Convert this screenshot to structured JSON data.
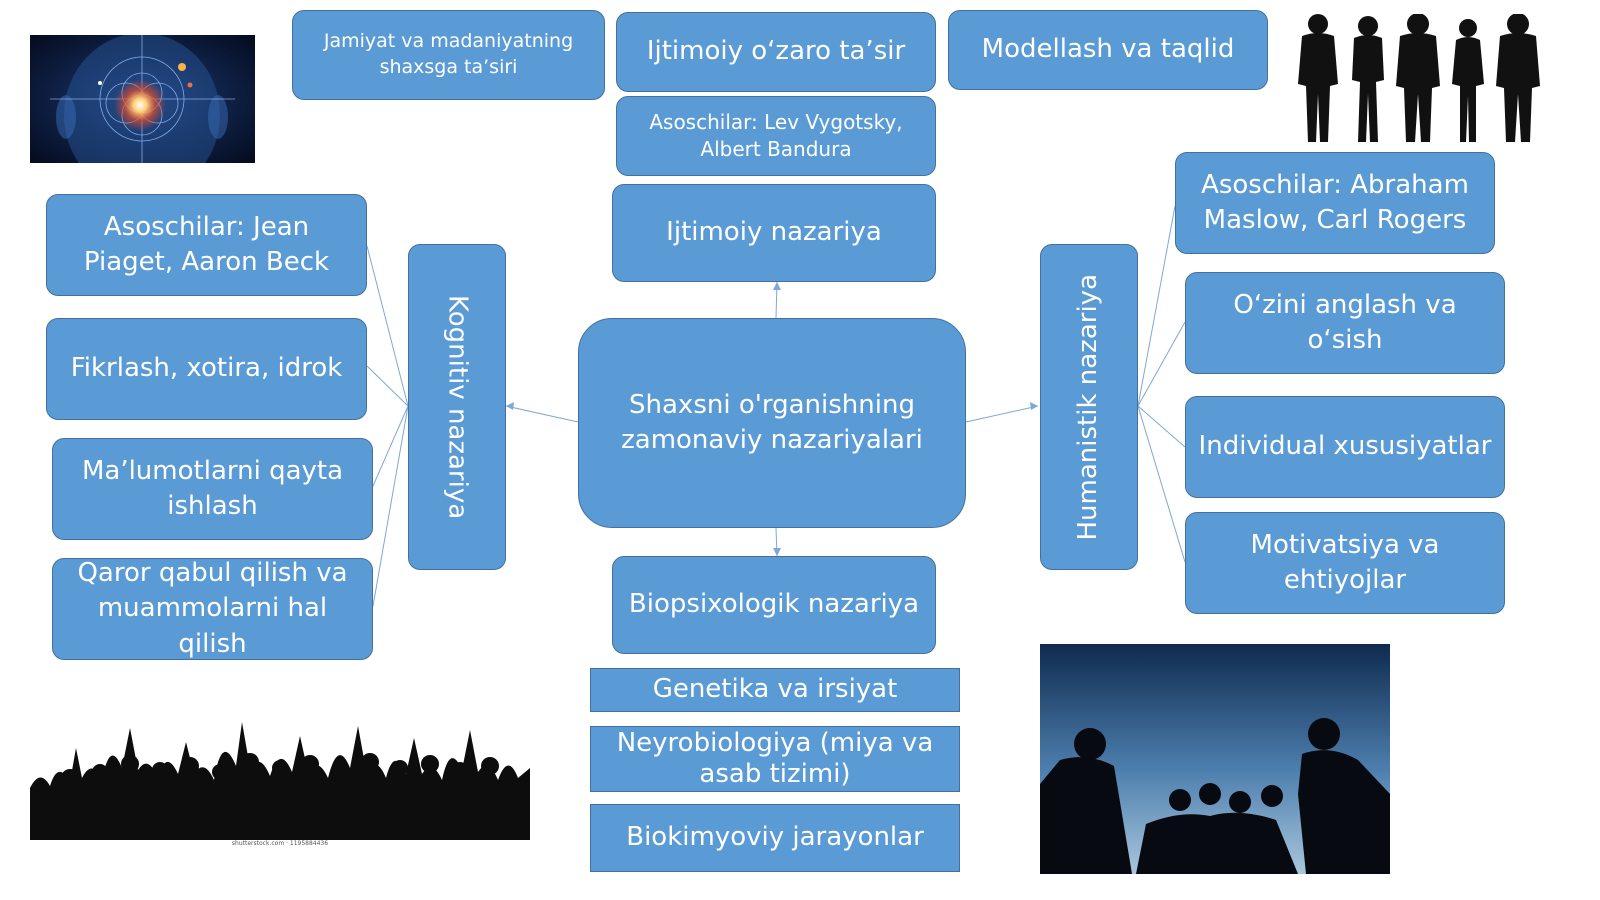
{
  "diagram": {
    "center": "Shaxsni o'rganishning zamonaviy nazariyalari",
    "social": {
      "title": "Ijtimoiy nazariya",
      "founders": "Asoschilar: Lev Vygotsky, Albert Bandura",
      "items": [
        "Jamiyat va madaniyatning shaxsga ta’siri",
        "Ijtimoiy o‘zaro ta’sir",
        "Modellash va taqlid"
      ]
    },
    "cognitive": {
      "title": "Kognitiv nazariya",
      "items": [
        "Asoschilar: Jean Piaget, Aaron Beck",
        "Fikrlash, xotira, idrok",
        "Ma’lumotlarni qayta ishlash",
        "Qaror qabul qilish va muammolarni hal qilish"
      ]
    },
    "humanistic": {
      "title": "Humanistik nazariya",
      "items": [
        "Asoschilar: Abraham Maslow, Carl Rogers",
        "O‘zini anglash va o‘sish",
        "Individual xususiyatlar",
        "Motivatsiya va ehtiyojlar"
      ]
    },
    "bio": {
      "title": "Biopsixologik nazariya",
      "items": [
        "Genetika va irsiyat",
        "Neyrobiologiya (miya va asab tizimi)",
        "Biokimyoviy jarayonlar"
      ]
    }
  },
  "images": {
    "brain": "brain-image",
    "silhouettes": "people-silhouettes-image",
    "crowd": "crowd-silhouette-image",
    "group": "group-silhouette-image",
    "crowd_caption": "shutterstock.com · 1195884436"
  },
  "colors": {
    "box": "#5b9bd5",
    "border": "#41719c",
    "line": "#7fa7d6"
  }
}
